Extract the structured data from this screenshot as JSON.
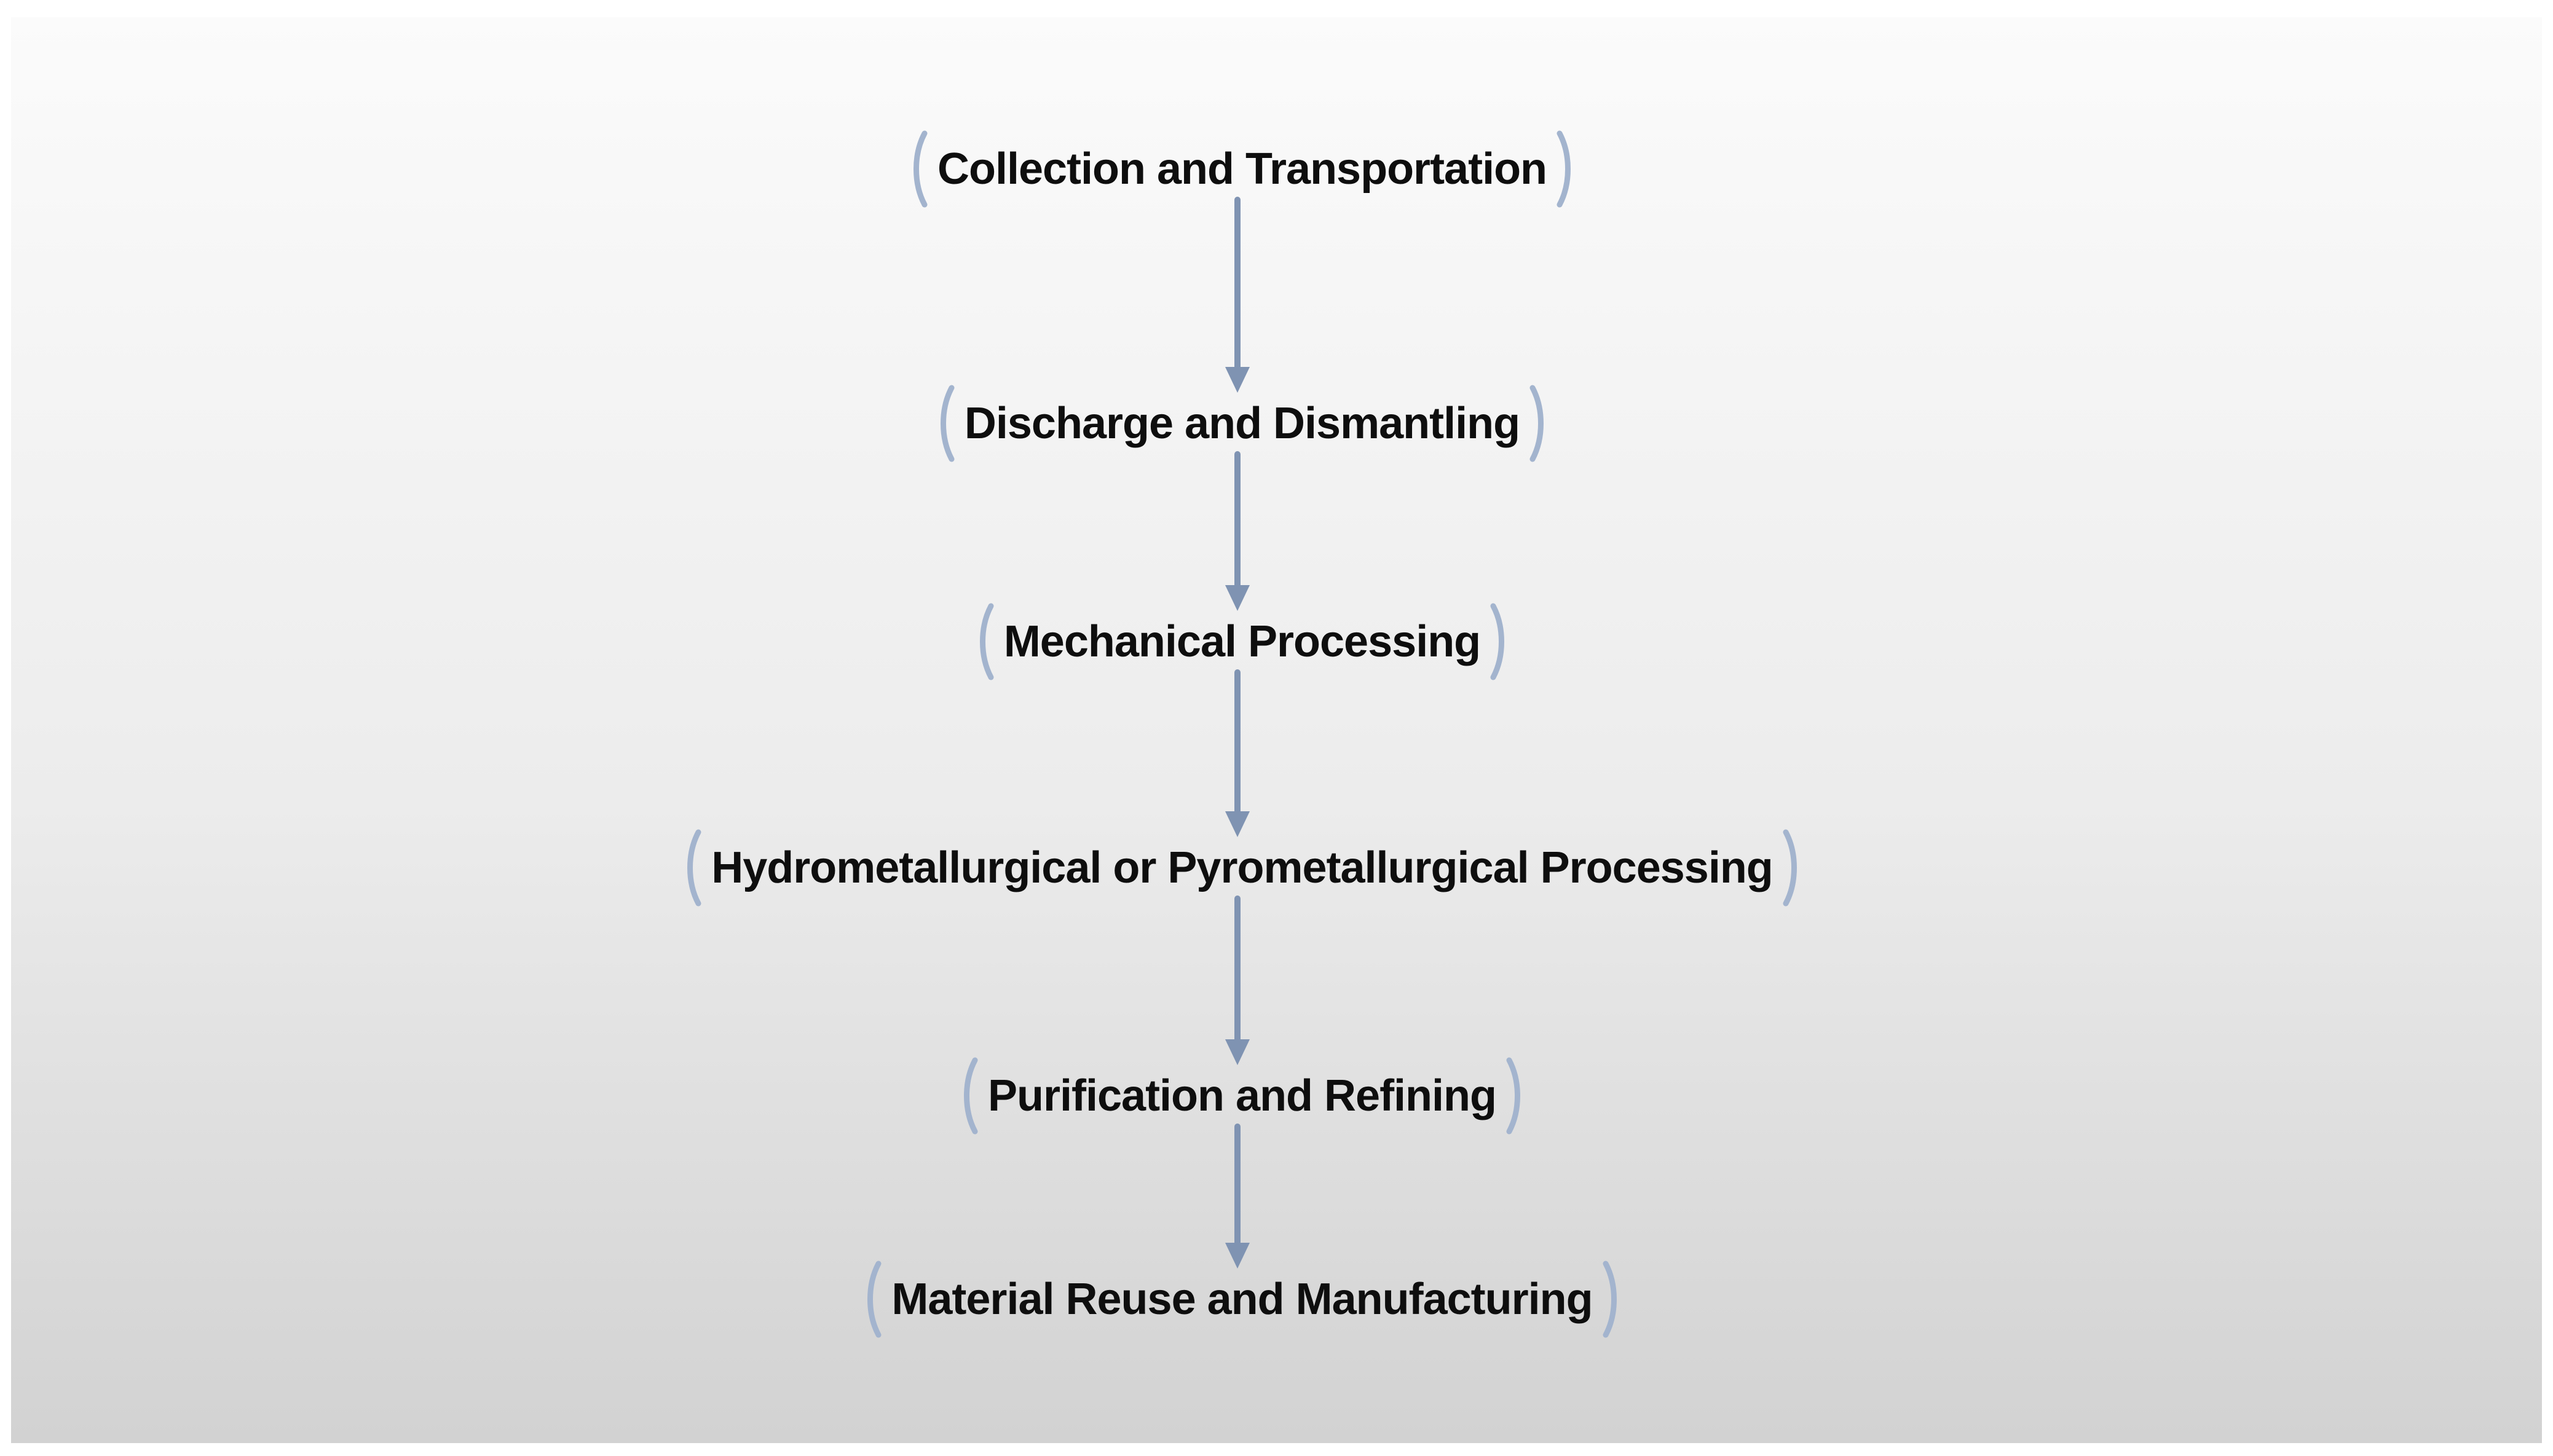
{
  "diagram": {
    "type": "flowchart",
    "direction": "top-to-bottom",
    "steps": [
      {
        "label": "Collection and Transportation"
      },
      {
        "label": "Discharge and Dismantling"
      },
      {
        "label": "Mechanical Processing"
      },
      {
        "label": "Hydrometallurgical or Pyrometallurgical Processing"
      },
      {
        "label": "Purification and Refining"
      },
      {
        "label": "Material Reuse and Manufacturing"
      }
    ],
    "connectors": [
      {
        "from": 0,
        "to": 1
      },
      {
        "from": 1,
        "to": 2
      },
      {
        "from": 2,
        "to": 3
      },
      {
        "from": 3,
        "to": 4
      },
      {
        "from": 4,
        "to": 5
      }
    ],
    "colors": {
      "bracket_color": "#a3b4ce",
      "arrow_color": "#7f93b2",
      "text_color": "#0e0e0e",
      "bg_top": "#fbfbfb",
      "bg_bottom": "#d2d2d2",
      "frame_color": "#ffffff"
    }
  }
}
